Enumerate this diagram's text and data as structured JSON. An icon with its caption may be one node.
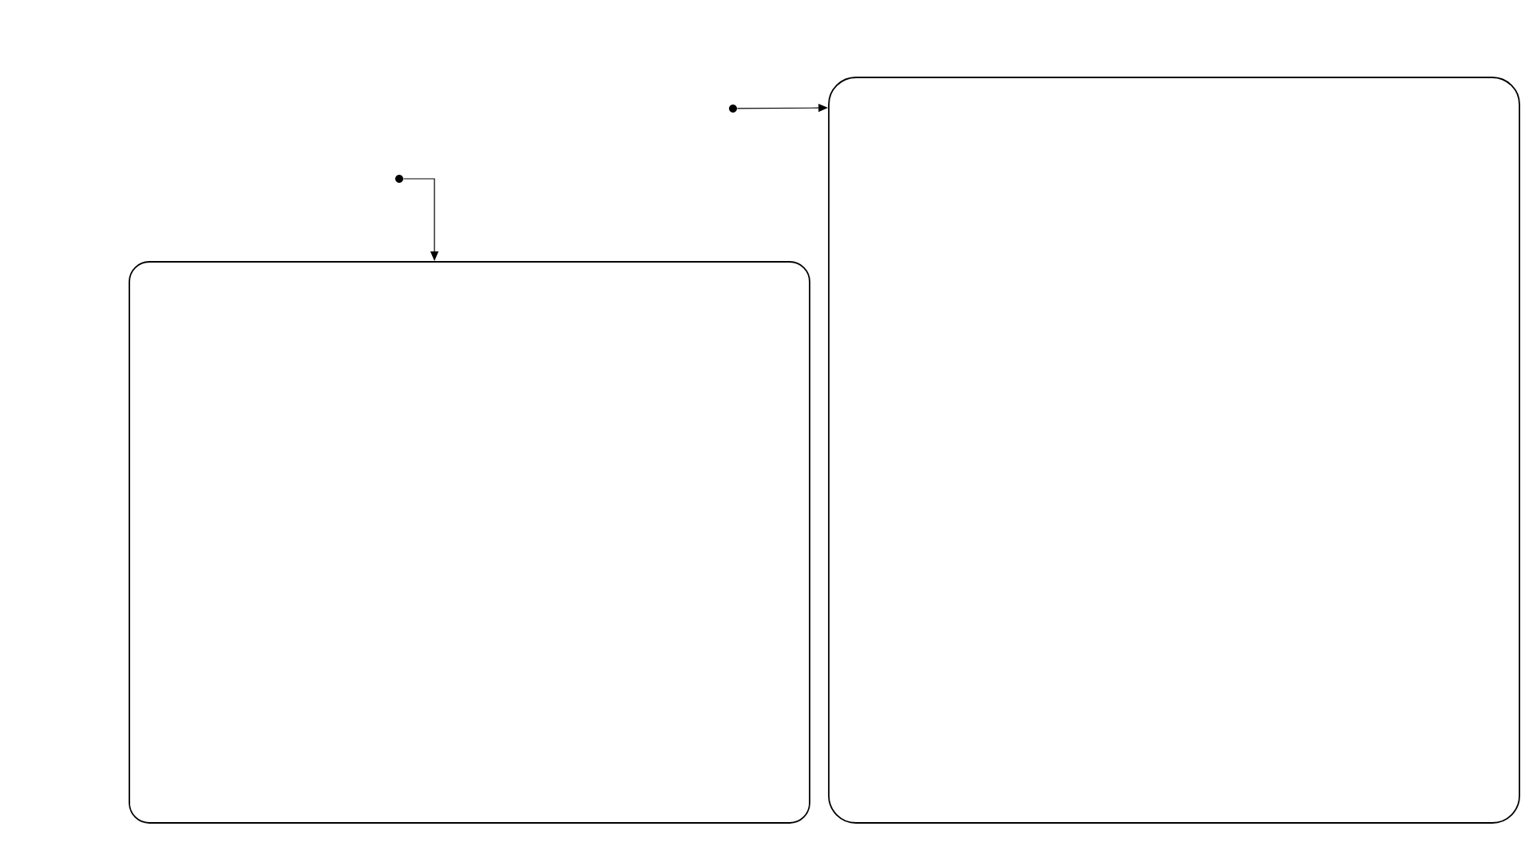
{
  "diagram": {
    "nodes": [
      {
        "text": [],
        "shape": "box"
      },
      {
        "text": [],
        "shape": "box"
      },
      {
        "text": [],
        "shape": "circle"
      },
      {
        "text": [],
        "shape": "circle"
      }
    ],
    "edges": [
      {
        "from": 2,
        "to": 1,
        "arrow": "to"
      },
      {
        "from": 3,
        "to": 0,
        "arrow": "to"
      }
    ]
  }
}
